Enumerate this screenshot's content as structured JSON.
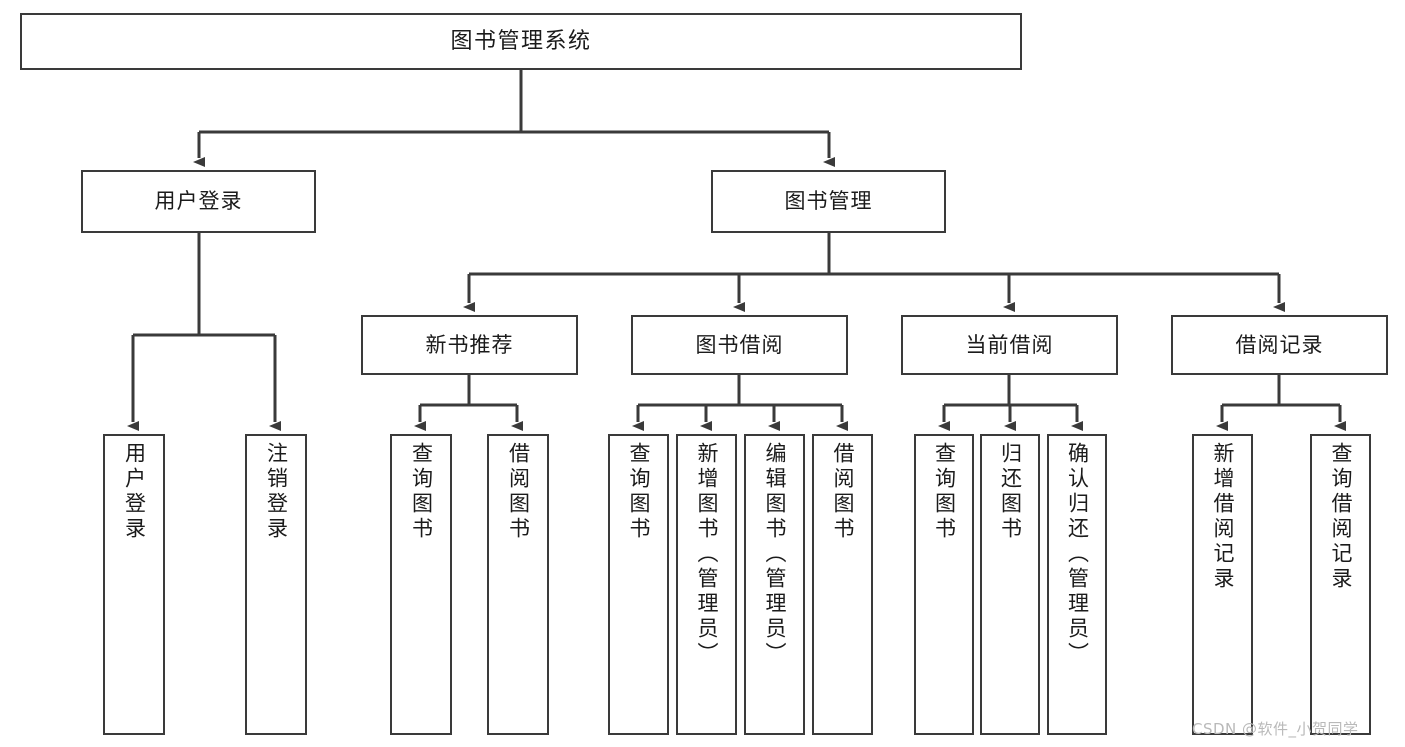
{
  "diagram": {
    "title": "图书管理系统",
    "type": "tree-hierarchy",
    "colors": {
      "box_border": "#3a3a3a",
      "box_fill": "#ffffff",
      "connector": "#3a3a3a",
      "text": "#1b1b1b",
      "watermark": "#b9b9b9",
      "background": "#ffffff"
    },
    "watermark": "CSDN @软件_小贺同学",
    "nodes": {
      "root": {
        "label": "图书管理系统"
      },
      "level2": [
        {
          "label": "用户登录"
        },
        {
          "label": "图书管理"
        }
      ],
      "level3": [
        {
          "label": "新书推荐"
        },
        {
          "label": "图书借阅"
        },
        {
          "label": "当前借阅"
        },
        {
          "label": "借阅记录"
        }
      ],
      "leaves": {
        "user_login": [
          {
            "label": "用户登录"
          },
          {
            "label": "注销登录"
          }
        ],
        "new_book_recommend": [
          {
            "label": "查询图书"
          },
          {
            "label": "借阅图书"
          }
        ],
        "book_borrow": [
          {
            "label": "查询图书"
          },
          {
            "label": "新增图书（管理员）"
          },
          {
            "label": "编辑图书（管理员）"
          },
          {
            "label": "借阅图书"
          }
        ],
        "current_borrow": [
          {
            "label": "查询图书"
          },
          {
            "label": "归还图书"
          },
          {
            "label": "确认归还（管理员）"
          }
        ],
        "borrow_record": [
          {
            "label": "新增借阅记录"
          },
          {
            "label": "查询借阅记录"
          }
        ]
      }
    }
  }
}
